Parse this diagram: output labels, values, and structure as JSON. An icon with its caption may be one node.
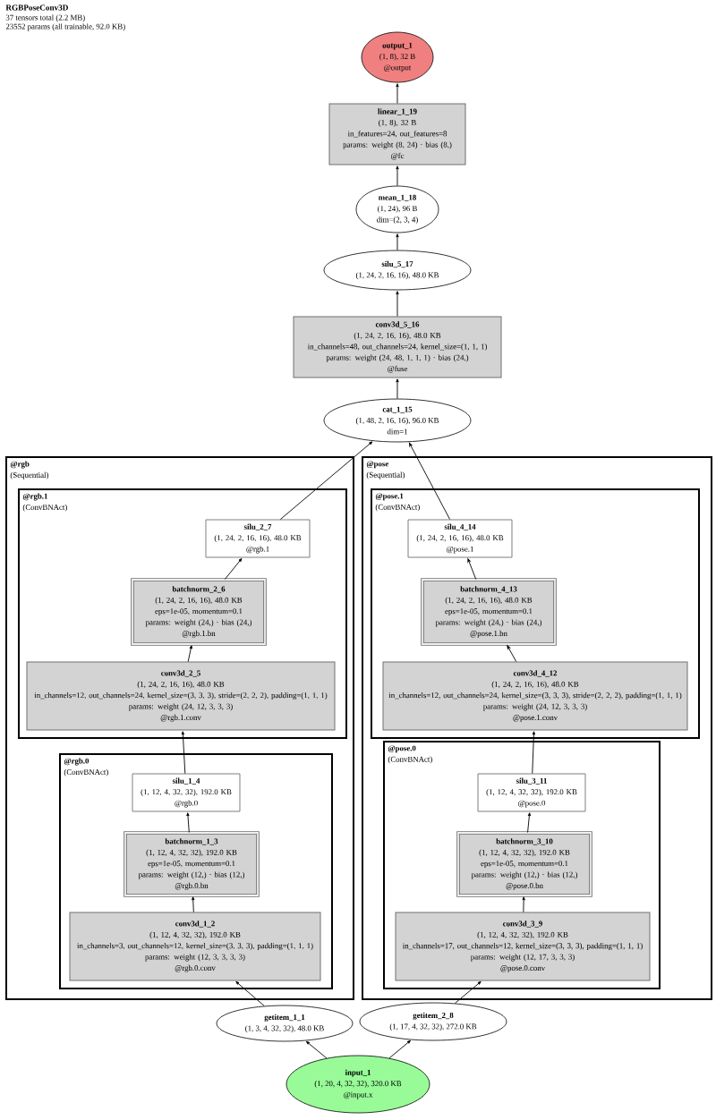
{
  "diagram": {
    "title": "RGBPoseConv3D",
    "labels": [
      "37 tensors total (2.2 MB)",
      "23552 params (all trainable, 92.0 KB)"
    ],
    "nodes": [
      {
        "text": [
          "output_1",
          "(1, 8), 32 B",
          "@output"
        ]
      },
      {
        "text": [
          "linear_1_19",
          "(1, 8), 32 B",
          "in_features=24, out_features=8",
          "params: weight (8, 24) · bias (8,)",
          "@fc"
        ]
      },
      {
        "text": [
          "mean_1_18",
          "(1, 24), 96 B",
          "dim=(2, 3, 4)"
        ]
      },
      {
        "text": [
          "silu_5_17",
          "(1, 24, 2, 16, 16), 48.0 KB"
        ]
      },
      {
        "text": [
          "conv3d_5_16",
          "(1, 24, 2, 16, 16), 48.0 KB",
          "in_channels=48, out_channels=24, kernel_size=(1, 1, 1)",
          "params: weight (24, 48, 1, 1, 1) · bias (24,)",
          "@fuse"
        ]
      },
      {
        "text": [
          "cat_1_15",
          "(1, 48, 2, 16, 16), 96.0 KB",
          "dim=1"
        ]
      },
      {
        "text": [
          "@rgb",
          "(Sequential)"
        ]
      },
      {
        "text": [
          "@rgb.1",
          "(ConvBNAct)"
        ],
        "in": 6
      },
      {
        "text": [
          "silu_2_7",
          "(1, 24, 2, 16, 16), 48.0 KB",
          "@rgb.1"
        ],
        "in": 7
      },
      {
        "text": [
          "batchnorm_2_6",
          "(1, 24, 2, 16, 16), 48.0 KB",
          "eps=1e-05, momentum=0.1",
          "params: weight (24,) · bias (24,)",
          "@rgb.1.bn"
        ],
        "in": 7
      },
      {
        "text": [
          "conv3d_2_5",
          "(1, 24, 2, 16, 16), 48.0 KB",
          "in_channels=12, out_channels=24, kernel_size=(3, 3, 3), stride=(2, 2, 2), padding=(1, 1, 1)",
          "params: weight (24, 12, 3, 3, 3)",
          "@rgb.1.conv"
        ],
        "in": 7
      },
      {
        "text": [
          "@rgb.0",
          "(ConvBNAct)"
        ],
        "in": 6
      },
      {
        "text": [
          "silu_1_4",
          "(1, 12, 4, 32, 32), 192.0 KB",
          "@rgb.0"
        ],
        "in": 11
      },
      {
        "text": [
          "batchnorm_1_3",
          "(1, 12, 4, 32, 32), 192.0 KB",
          "eps=1e-05, momentum=0.1",
          "params: weight (12,) · bias (12,)",
          "@rgb.0.bn"
        ],
        "in": 11
      },
      {
        "text": [
          "conv3d_1_2",
          "(1, 12, 4, 32, 32), 192.0 KB",
          "in_channels=3, out_channels=12, kernel_size=(3, 3, 3), padding=(1, 1, 1)",
          "params: weight (12, 3, 3, 3, 3)",
          "@rgb.0.conv"
        ],
        "in": 11
      },
      {
        "text": [
          "@pose",
          "(Sequential)"
        ]
      },
      {
        "text": [
          "@pose.1",
          "(ConvBNAct)"
        ],
        "in": 15
      },
      {
        "text": [
          "silu_4_14",
          "(1, 24, 2, 16, 16), 48.0 KB",
          "@pose.1"
        ],
        "in": 16
      },
      {
        "text": [
          "batchnorm_4_13",
          "(1, 24, 2, 16, 16), 48.0 KB",
          "eps=1e-05, momentum=0.1",
          "params: weight (24,) · bias (24,)",
          "@pose.1.bn"
        ],
        "in": 16
      },
      {
        "text": [
          "conv3d_4_12",
          "(1, 24, 2, 16, 16), 48.0 KB",
          "in_channels=12, out_channels=24, kernel_size=(3, 3, 3), stride=(2, 2, 2), padding=(1, 1, 1)",
          "params: weight (24, 12, 3, 3, 3)",
          "@pose.1.conv"
        ],
        "in": 16
      },
      {
        "text": [
          "@pose.0",
          "(ConvBNAct)"
        ],
        "in": 15
      },
      {
        "text": [
          "silu_3_11",
          "(1, 12, 4, 32, 32), 192.0 KB",
          "@pose.0"
        ],
        "in": 20
      },
      {
        "text": [
          "batchnorm_3_10",
          "(1, 12, 4, 32, 32), 192.0 KB",
          "eps=1e-05, momentum=0.1",
          "params: weight (12,) · bias (12,)",
          "@pose.0.bn"
        ],
        "in": 20
      },
      {
        "text": [
          "conv3d_3_9",
          "(1, 12, 4, 32, 32), 192.0 KB",
          "in_channels=17, out_channels=12, kernel_size=(3, 3, 3), padding=(1, 1, 1)",
          "params: weight (12, 17, 3, 3, 3)",
          "@pose.0.conv"
        ],
        "in": 20
      },
      {
        "text": [
          "getitem_1_1",
          "(1, 3, 4, 32, 32), 48.0 KB"
        ]
      },
      {
        "text": [
          "getitem_2_8",
          "(1, 17, 4, 32, 32), 272.0 KB"
        ]
      },
      {
        "text": [
          "input_1",
          "(1, 20, 4, 32, 32), 320.0 KB",
          "@input.x"
        ]
      }
    ],
    "edges": [
      {
        "from": 26,
        "to": 24,
        "arrow": "to"
      },
      {
        "from": 26,
        "to": 25,
        "arrow": "to"
      },
      {
        "from": 24,
        "to": 14,
        "arrow": "to"
      },
      {
        "from": 14,
        "to": 13,
        "arrow": "to"
      },
      {
        "from": 13,
        "to": 12,
        "arrow": "to"
      },
      {
        "from": 12,
        "to": 10,
        "arrow": "to"
      },
      {
        "from": 10,
        "to": 9,
        "arrow": "to"
      },
      {
        "from": 9,
        "to": 8,
        "arrow": "to"
      },
      {
        "from": 8,
        "to": 5,
        "arrow": "to"
      },
      {
        "from": 25,
        "to": 23,
        "arrow": "to"
      },
      {
        "from": 23,
        "to": 22,
        "arrow": "to"
      },
      {
        "from": 22,
        "to": 21,
        "arrow": "to"
      },
      {
        "from": 21,
        "to": 19,
        "arrow": "to"
      },
      {
        "from": 19,
        "to": 18,
        "arrow": "to"
      },
      {
        "from": 18,
        "to": 17,
        "arrow": "to"
      },
      {
        "from": 17,
        "to": 5,
        "arrow": "to"
      },
      {
        "from": 5,
        "to": 4,
        "arrow": "to"
      },
      {
        "from": 4,
        "to": 3,
        "arrow": "to"
      },
      {
        "from": 3,
        "to": 2,
        "arrow": "to"
      },
      {
        "from": 2,
        "to": 1,
        "arrow": "to"
      },
      {
        "from": 1,
        "to": 0,
        "arrow": "to"
      }
    ]
  }
}
